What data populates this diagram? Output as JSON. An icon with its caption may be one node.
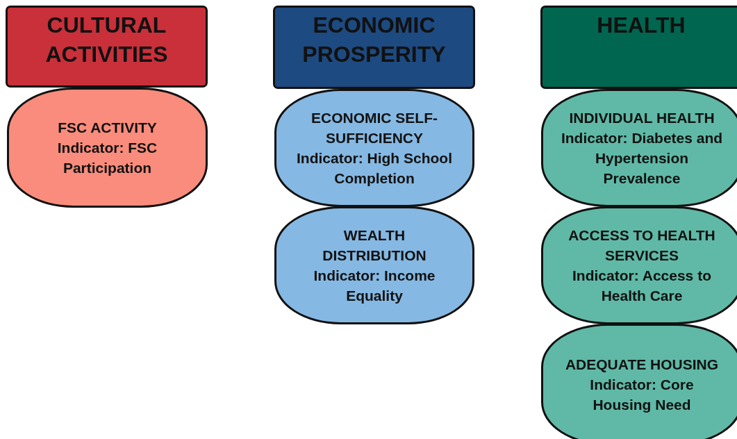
{
  "diagram": {
    "nodes": [
      {
        "text": [
          "CULTURAL ACTIVITIES"
        ]
      },
      {
        "text": [
          "FSC ACTIVITY",
          "Indicator: FSC Participation"
        ]
      },
      {
        "text": [
          "ECONOMIC PROSPERITY"
        ]
      },
      {
        "text": [
          "ECONOMIC SELF-SUFFICIENCY",
          "Indicator: High School Completion"
        ]
      },
      {
        "text": [
          "WEALTH DISTRIBUTION",
          "Indicator: Income Equality"
        ]
      },
      {
        "text": [
          "HEALTH"
        ]
      },
      {
        "text": [
          "INDIVIDUAL HEALTH",
          "Indicator: Diabetes and Hypertension Prevalence"
        ]
      },
      {
        "text": [
          "ACCESS TO HEALTH SERVICES",
          "Indicator: Access to Health Care"
        ]
      },
      {
        "text": [
          "ADEQUATE HOUSING",
          "Indicator: Core Housing Need"
        ]
      }
    ],
    "edges": []
  }
}
